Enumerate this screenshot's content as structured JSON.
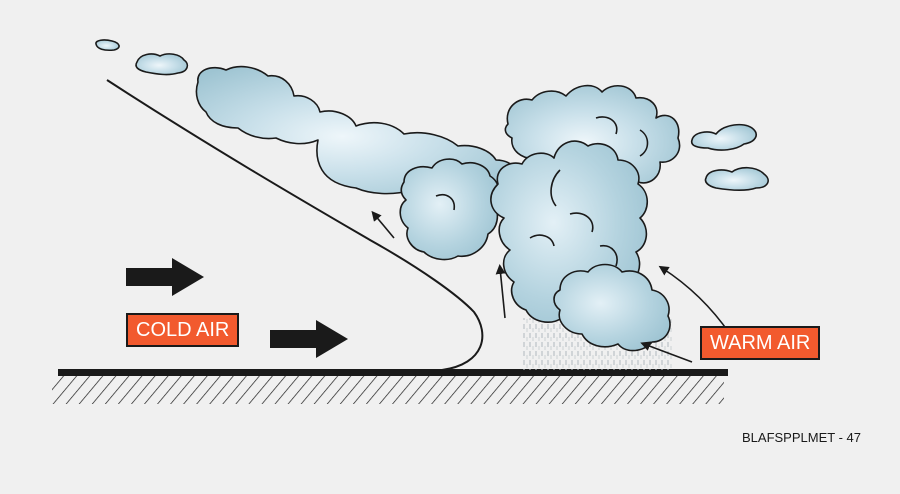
{
  "labels": {
    "cold_air": "COLD AIR",
    "warm_air": "WARM AIR"
  },
  "figure_id": "BLAFSPPLMET - 47",
  "colors": {
    "background": "#f0f0f0",
    "cloud_fill": "#a9ccd8",
    "cloud_highlight": "#e6f2f7",
    "label_fill": "#f25a2e",
    "label_text": "#ffffff",
    "ink": "#1a1a1a"
  },
  "icons": [
    "wind-arrow-icon",
    "updraft-arrow-icon",
    "rain-shaft",
    "ground-hatching"
  ]
}
